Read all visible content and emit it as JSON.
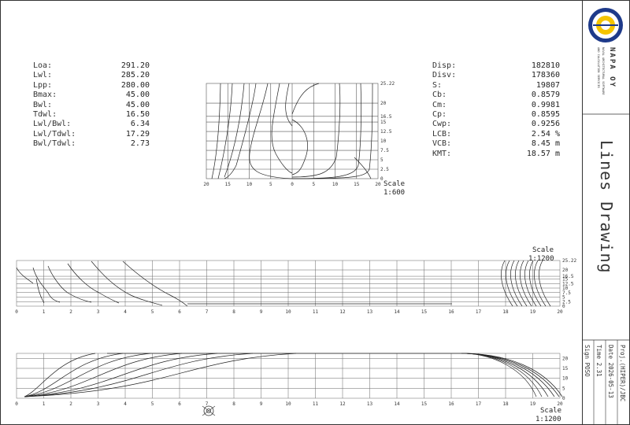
{
  "left_params": [
    {
      "label": "Loa:",
      "value": "291.20"
    },
    {
      "label": "Lwl:",
      "value": "285.20"
    },
    {
      "label": "Lpp:",
      "value": "280.00"
    },
    {
      "label": "Bmax:",
      "value": "45.00"
    },
    {
      "label": "Bwl:",
      "value": "45.00"
    },
    {
      "label": "Tdwl:",
      "value": "16.50"
    },
    {
      "label": "Lwl/Bwl:",
      "value": "6.34"
    },
    {
      "label": "Lwl/Tdwl:",
      "value": "17.29"
    },
    {
      "label": "Bwl/Tdwl:",
      "value": "2.73"
    }
  ],
  "right_params": [
    {
      "label": "Disp:",
      "value": "182810"
    },
    {
      "label": "Disv:",
      "value": "178360"
    },
    {
      "label": "S:",
      "value": "19807"
    },
    {
      "label": "Cb:",
      "value": "0.8579"
    },
    {
      "label": "Cm:",
      "value": "0.9981"
    },
    {
      "label": "Cp:",
      "value": "0.8595"
    },
    {
      "label": "Cwp:",
      "value": "0.9256"
    },
    {
      "label": "LCB:",
      "value": "2.54 %"
    },
    {
      "label": "VCB:",
      "value": "8.45 m"
    },
    {
      "label": "KMT:",
      "value": "18.57 m"
    }
  ],
  "body_plan": {
    "scale_label": "Scale",
    "scale_value": "1:600",
    "x_ticks": [
      "20",
      "15",
      "10",
      "5",
      "0",
      "5",
      "10",
      "15",
      "20"
    ],
    "y_ticks": [
      "25.22",
      "20",
      "16.5",
      "15",
      "12.5",
      "10",
      "7.5",
      "5",
      "2.5",
      "0"
    ]
  },
  "profile": {
    "scale_label": "Scale",
    "scale_value": "1:1200",
    "stations": [
      "0",
      "1",
      "2",
      "3",
      "4",
      "5",
      "6",
      "7",
      "8",
      "9",
      "10",
      "11",
      "12",
      "13",
      "14",
      "15",
      "16",
      "17",
      "18",
      "19",
      "20"
    ],
    "y_ticks": [
      "25.22",
      "20",
      "16.5",
      "15",
      "12.5",
      "10",
      "7.5",
      "5",
      "2.5",
      "0"
    ]
  },
  "waterlines": {
    "scale_label": "Scale",
    "scale_value": "1:1200",
    "stations": [
      "0",
      "1",
      "2",
      "3",
      "4",
      "5",
      "6",
      "7",
      "8",
      "9",
      "10",
      "11",
      "12",
      "13",
      "14",
      "15",
      "16",
      "17",
      "18",
      "19",
      "20"
    ],
    "y_ticks": [
      "20",
      "15",
      "10",
      "5",
      "0"
    ]
  },
  "title_block": {
    "company": "NAPA OY",
    "tagline_1": "NAVAL ARCHITECTURAL SOFTWARE",
    "tagline_2": "AND CALCULATION SERVICES",
    "title": "Lines Drawing",
    "proj": "Proj.(HIPER)/JBC",
    "date": "Date 2026-05-13",
    "time": "Time 2.31",
    "sign": "Sign POSO"
  }
}
